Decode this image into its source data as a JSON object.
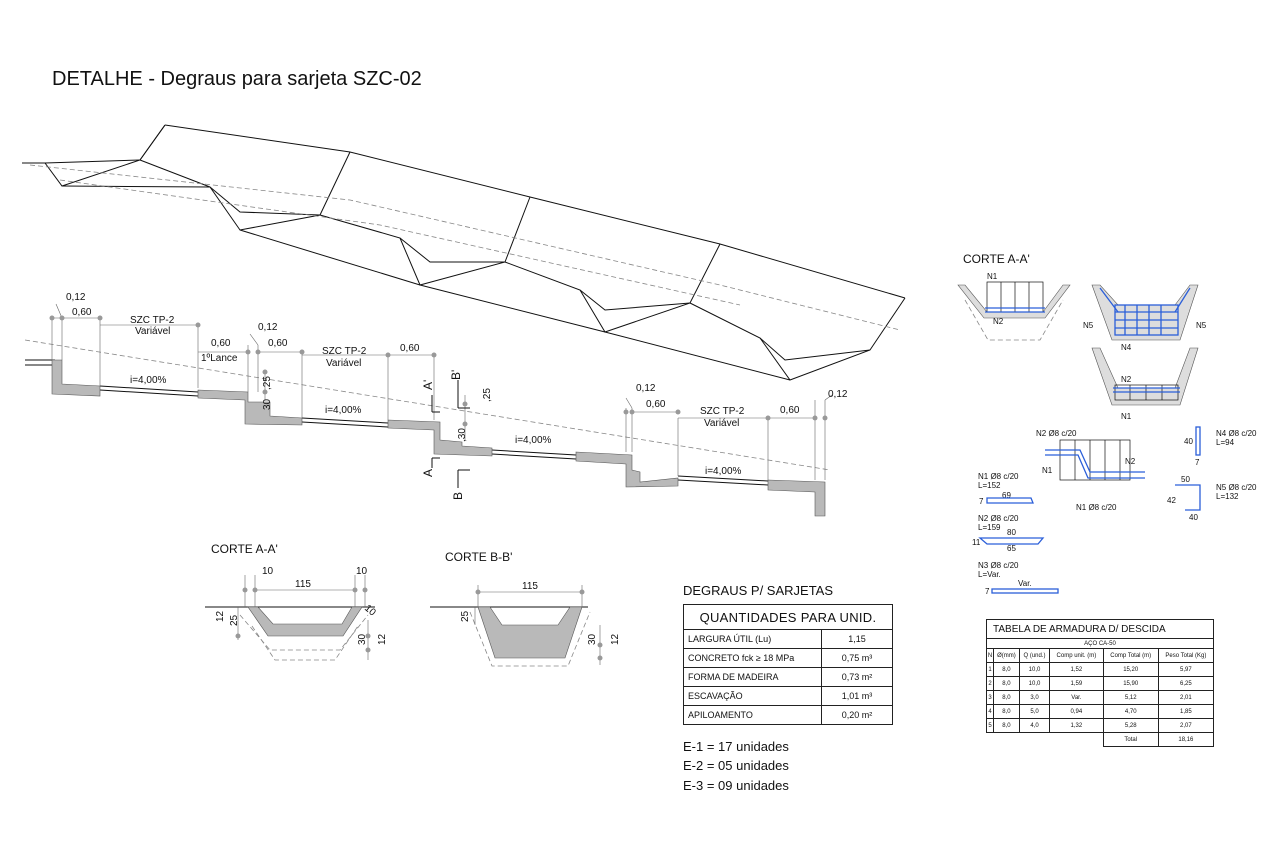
{
  "title": "DETALHE - Degraus para sarjeta SZC-02",
  "profile": {
    "dims": {
      "d012a": "0,12",
      "d060a": "0,60",
      "szc1": "SZC TP-2",
      "var1": "Variável",
      "d060b": "0,60",
      "lance": "1ºLance",
      "d012b": "0,12",
      "d060c": "0,60",
      "szc2": "SZC TP-2",
      "var2": "Variável",
      "d060d": "0,60",
      "d012c": "0,12",
      "d060e": "0,60",
      "szc3": "SZC TP-2",
      "var3": "Variável",
      "d060f": "0,60",
      "d012d": "0,12"
    },
    "slopes": [
      "i=4,00%",
      "i=4,00%",
      "i=4,00%",
      "i=4,00%"
    ],
    "steps": {
      "s25a": ",25",
      "s30a": "30",
      "s25b": ",25",
      "s30b": ",30"
    },
    "cuts": {
      "a_top": "A'",
      "b_top": "B'",
      "a_bot": "A",
      "b_bot": "B"
    }
  },
  "corte_aa_left": {
    "title": "CORTE A-A'",
    "d10a": "10",
    "d115": "115",
    "d10b": "10",
    "d10c": "10",
    "d12a": "12",
    "d25": "25",
    "d30": "30",
    "d12b": "12"
  },
  "corte_bb": {
    "title": "CORTE B-B'",
    "d115": "115",
    "d25": "25",
    "d30": "30",
    "d12": "12"
  },
  "corte_aa_right": {
    "title": "CORTE A-A'",
    "labels": {
      "n1a": "N1",
      "n2a": "N2",
      "n5a": "N5",
      "n5b": "N5",
      "n4": "N4",
      "n2b": "N2",
      "n1b": "N1"
    }
  },
  "rebar_detail": {
    "n2_top": "N2 Ø8 c/20",
    "n1_left": "N1",
    "n2_right": "N2",
    "n1_bottom": "N1 Ø8 c/20",
    "n4_dim": "40",
    "n4_dim2": "7",
    "n4_label": "N4 Ø8 c/20",
    "n4_len": "L=94",
    "n5_dim1": "50",
    "n5_dim2": "42",
    "n5_dim3": "40",
    "n5_label": "N5 Ø8 c/20",
    "n5_len": "L=132"
  },
  "bars": [
    {
      "label": "N1 Ø8 c/20",
      "len": "L=152",
      "d1": "69",
      "d2": "7"
    },
    {
      "label": "N2 Ø8 c/20",
      "len": "L=159",
      "d1": "80",
      "d2": "11",
      "d3": "65"
    },
    {
      "label": "N3 Ø8 c/20",
      "len": "L=Var.",
      "d1": "Var.",
      "d2": "7"
    }
  ],
  "quantities": {
    "heading": "DEGRAUS P/ SARJETAS",
    "table_title": "QUANTIDADES PARA UNID.",
    "rows": [
      {
        "item": "LARGURA ÚTIL (Lu)",
        "value": "1,15"
      },
      {
        "item": "CONCRETO fck ≥ 18 MPa",
        "value": "0,75 m³"
      },
      {
        "item": "FORMA DE MADEIRA",
        "value": "0,73 m²"
      },
      {
        "item": "ESCAVAÇÃO",
        "value": "1,01 m³"
      },
      {
        "item": "APILOAMENTO",
        "value": "0,20 m²"
      }
    ],
    "units": [
      "E-1 = 17 unidades",
      "E-2 = 05 unidades",
      "E-3 = 09 unidades"
    ]
  },
  "armadura": {
    "title": "TABELA DE ARMADURA D/ DESCIDA",
    "subtitle": "AÇO CA-50",
    "headers": [
      "N",
      "Ø(mm)",
      "Q (und.)",
      "Comp unit. (m)",
      "Comp Total (m)",
      "Peso Total (Kg)"
    ],
    "rows": [
      [
        "1",
        "8,0",
        "10,0",
        "1,52",
        "15,20",
        "5,97"
      ],
      [
        "2",
        "8,0",
        "10,0",
        "1,59",
        "15,90",
        "6,25"
      ],
      [
        "3",
        "8,0",
        "3,0",
        "Var.",
        "5,12",
        "2,01"
      ],
      [
        "4",
        "8,0",
        "5,0",
        "0,94",
        "4,70",
        "1,85"
      ],
      [
        "5",
        "8,0",
        "4,0",
        "1,32",
        "5,28",
        "2,07"
      ]
    ],
    "total_label": "Total",
    "total_value": "18,16"
  }
}
